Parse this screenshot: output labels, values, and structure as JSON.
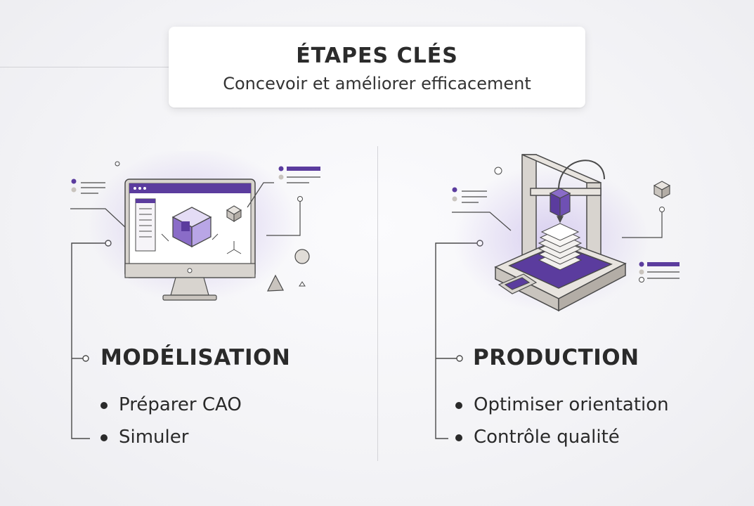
{
  "header": {
    "title": "ÉTAPES CLÉS",
    "subtitle": "Concevoir et améliorer efficacement"
  },
  "sections": [
    {
      "heading": "MODÉLISATION",
      "items": [
        "Préparer CAO",
        "Simuler"
      ],
      "illustration": "computer-cad-icon"
    },
    {
      "heading": "PRODUCTION",
      "items": [
        "Optimiser orientation",
        "Contrôle qualité"
      ],
      "illustration": "3d-printer-icon"
    }
  ],
  "colors": {
    "accent": "#5b3c9e",
    "accent_light": "#b9a6e6",
    "frame": "#d8d4cf",
    "outline": "#4a4a4a",
    "text": "#2a2a2a"
  }
}
